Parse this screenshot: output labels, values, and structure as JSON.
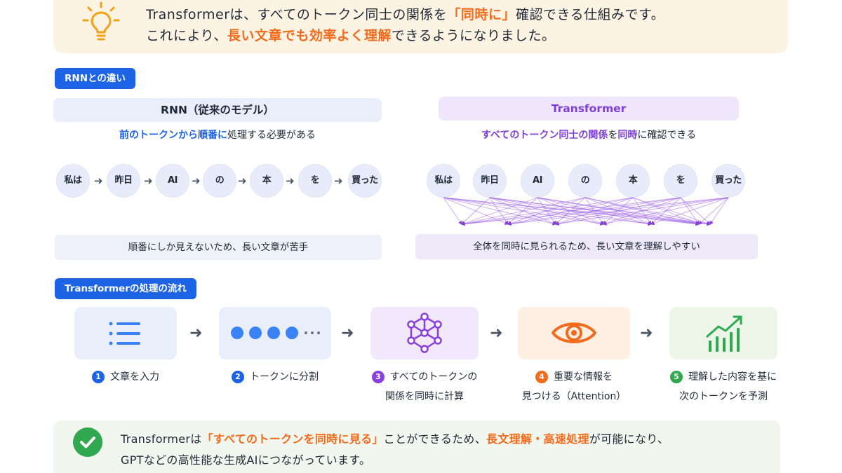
{
  "banner": {
    "line1_a": "Transformerは、すべてのトークン同士の関係を",
    "line1_hl": "「同時に」",
    "line1_b": "確認できる仕組みです。",
    "line2_a": "これにより、",
    "line2_hl": "長い文章でも効率よく理解",
    "line2_b": "できるようになりました。"
  },
  "section1": {
    "title": "RNNとの違い"
  },
  "rnn": {
    "title": "RNN（従来のモデル）",
    "subtitle_hl": "前のトークンから順番に",
    "subtitle_rest": "処理する必要がある",
    "tokens": [
      "私は",
      "昨日",
      "AI",
      "の",
      "本",
      "を",
      "買った"
    ],
    "note": "順番にしか見えないため、長い文章が苦手"
  },
  "transformer": {
    "title": "Transformer",
    "subtitle_hl1": "すべてのトークン同士の関係",
    "subtitle_mid": "を",
    "subtitle_hl2": "同時",
    "subtitle_rest": "に確認できる",
    "tokens": [
      "私は",
      "昨日",
      "AI",
      "の",
      "本",
      "を",
      "買った"
    ],
    "note": "全体を同時に見られるため、長い文章を理解しやすい"
  },
  "section2": {
    "title": "Transformerの処理の流れ"
  },
  "flow": {
    "steps": [
      {
        "num": "1",
        "line1": "文章を入力",
        "line2": "",
        "icon": "list-icon",
        "color": "#1d63e6"
      },
      {
        "num": "2",
        "line1": "トークンに分割",
        "line2": "",
        "icon": "token-dots-icon",
        "color": "#1d63e6"
      },
      {
        "num": "3",
        "line1": "すべてのトークンの",
        "line2": "関係を同時に計算",
        "icon": "network-icon",
        "color": "#8a3fdc"
      },
      {
        "num": "4",
        "line1": "重要な情報を",
        "line2": "見つける（Attention）",
        "icon": "eye-icon",
        "color": "#f26b1d"
      },
      {
        "num": "5",
        "line1": "理解した内容を基に",
        "line2": "次のトークンを予測",
        "icon": "growth-chart-icon",
        "color": "#2fa84f"
      }
    ]
  },
  "conclusion": {
    "a": "Transformerは",
    "hl1": "「すべてのトークンを同時に見る」",
    "b": "ことができるため、",
    "hl2": "長文理解・高速処理",
    "c": "が可能になり、",
    "line2": "GPTなどの高性能な生成AIにつながっています。"
  },
  "colors": {
    "primary": "#1d63e6",
    "purple": "#7e3fd6",
    "orange": "#f26b1d",
    "green": "#2fa84f"
  }
}
